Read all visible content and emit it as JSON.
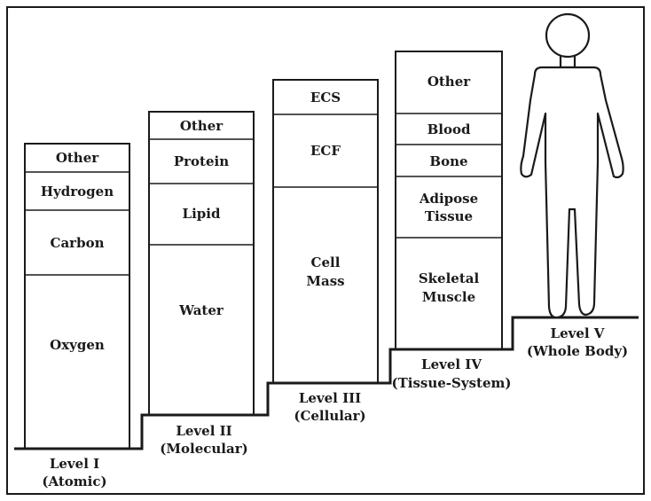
{
  "diagram": {
    "levels": [
      {
        "name": "Level I",
        "subtitle": "(Atomic)",
        "components": [
          {
            "label": [
              "Other"
            ]
          },
          {
            "label": [
              "Hydrogen"
            ]
          },
          {
            "label": [
              "Carbon"
            ]
          },
          {
            "label": [
              "Oxygen"
            ]
          }
        ]
      },
      {
        "name": "Level II",
        "subtitle": "(Molecular)",
        "components": [
          {
            "label": [
              "Other"
            ]
          },
          {
            "label": [
              "Protein"
            ]
          },
          {
            "label": [
              "Lipid"
            ]
          },
          {
            "label": [
              "Water"
            ]
          }
        ]
      },
      {
        "name": "Level III",
        "subtitle": "(Cellular)",
        "components": [
          {
            "label": [
              "ECS"
            ]
          },
          {
            "label": [
              "ECF"
            ]
          },
          {
            "label": [
              "Cell",
              "Mass"
            ]
          }
        ]
      },
      {
        "name": "Level IV",
        "subtitle": "(Tissue-System)",
        "components": [
          {
            "label": [
              "Other"
            ]
          },
          {
            "label": [
              "Blood"
            ]
          },
          {
            "label": [
              "Bone"
            ]
          },
          {
            "label": [
              "Adipose",
              "Tissue"
            ]
          },
          {
            "label": [
              "Skeletal",
              "Muscle"
            ]
          }
        ]
      },
      {
        "name": "Level V",
        "subtitle": "(Whole Body)",
        "figure": "human-body-outline-icon"
      }
    ]
  },
  "colors": {
    "line": "#1a1a1a",
    "background": "#ffffff"
  }
}
